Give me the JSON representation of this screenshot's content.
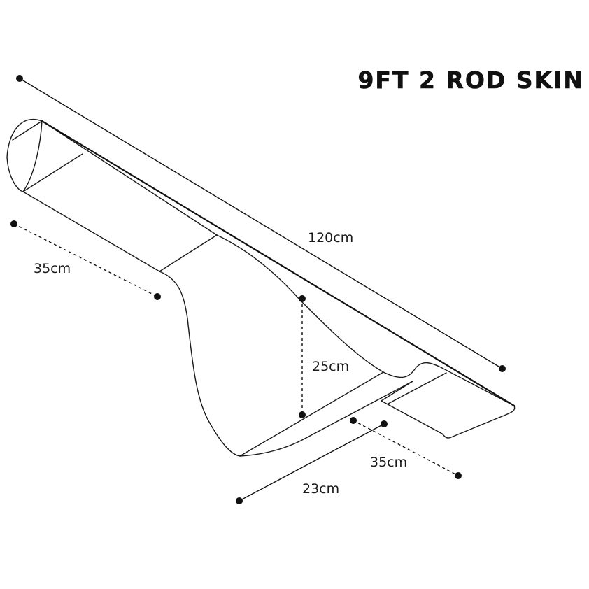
{
  "title": "9FT 2 ROD SKIN",
  "dimensions": {
    "length": "120cm",
    "top_depth": "35cm",
    "bottom_depth": "35cm",
    "height": "25cm",
    "width": "23cm"
  }
}
